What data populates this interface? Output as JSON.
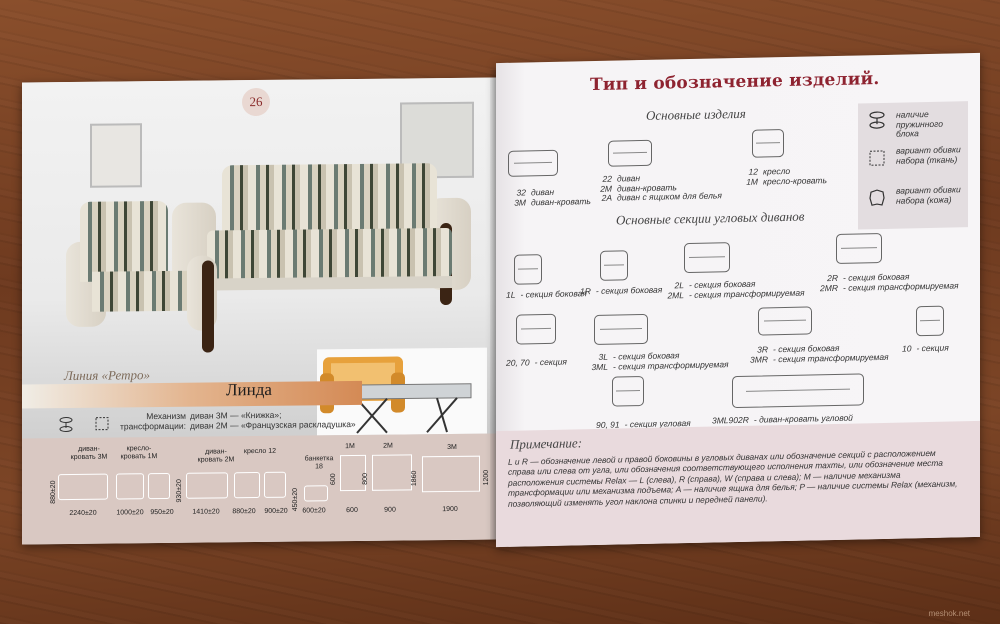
{
  "left_page": {
    "page_number": "26",
    "line_label": "Линия «Ретро»",
    "model_name": "Линда",
    "mechanism": {
      "label1": "Механизм",
      "label2": "трансформации:",
      "value1": "диван 3М — «Книжка»;",
      "value2": "диван 2М — «Французская раскладушка»"
    },
    "dimensions": {
      "height": "880±20",
      "h2": "930±20",
      "h3": "450±20",
      "items": [
        {
          "title": "диван-кровать 3М",
          "width": "2240±20"
        },
        {
          "title": "кресло-кровать 1М",
          "width": "1000±20"
        },
        {
          "title": "",
          "width": "950±20"
        },
        {
          "title": "диван-кровать 2М",
          "width": "1410±20"
        },
        {
          "title": "кресло 12",
          "width": "880±20"
        },
        {
          "title": "",
          "width": "900±20"
        },
        {
          "title": "банкетка 18",
          "width": "600±20"
        }
      ],
      "schemes": {
        "s1_top": "1М",
        "s1_side": "600",
        "s1_bottom": "600",
        "s2_top": "2М",
        "s2_side": "800",
        "s2_bottom": "900",
        "s3_top": "3М",
        "s3_side": "1860",
        "s3_right": "1200",
        "s3_bottom": "1900"
      }
    }
  },
  "right_page": {
    "title": "Тип и обозначение изделий.",
    "main_header": "Основные изделия",
    "main_items": [
      {
        "codes": [
          "32",
          "3М"
        ],
        "names": [
          "диван",
          "диван-кровать"
        ]
      },
      {
        "codes": [
          "22",
          "2М",
          "2А"
        ],
        "names": [
          "диван",
          "диван-кровать",
          "диван с ящиком для белья"
        ]
      },
      {
        "codes": [
          "12",
          "1М"
        ],
        "names": [
          "кресло",
          "кресло-кровать"
        ]
      }
    ],
    "legend": [
      "наличие пружинного блока",
      "вариант обивки набора (ткань)",
      "вариант обивки набора (кожа)"
    ],
    "corner_header": "Основные секции угловых диванов",
    "corner_items": [
      {
        "codes": [
          "1L"
        ],
        "names": [
          "секция боковая"
        ]
      },
      {
        "codes": [
          "1R"
        ],
        "names": [
          "секция боковая"
        ]
      },
      {
        "codes": [
          "2L",
          "2ML"
        ],
        "names": [
          "секция боковая",
          "секция трансформируемая"
        ]
      },
      {
        "codes": [
          "2R",
          "2MR"
        ],
        "names": [
          "секция боковая",
          "секция трансформируемая"
        ]
      },
      {
        "codes": [
          "20, 70"
        ],
        "names": [
          "секция"
        ]
      },
      {
        "codes": [
          "3L",
          "3ML"
        ],
        "names": [
          "секция боковая",
          "секция трансформируемая"
        ]
      },
      {
        "codes": [
          "3R",
          "3MR"
        ],
        "names": [
          "секция боковая",
          "секция трансформируемая"
        ]
      },
      {
        "codes": [
          "10"
        ],
        "names": [
          "секция"
        ]
      },
      {
        "codes": [
          "90, 91"
        ],
        "names": [
          "секция угловая"
        ]
      },
      {
        "codes": [
          "3ML902R"
        ],
        "names": [
          "диван-кровать угловой"
        ]
      }
    ],
    "note_title": "Примечание:",
    "note_text": "L и R — обозначение левой и правой боковины в угловых диванах или обозначение секций с расположением справа или слева от угла, или обозначения соответствующего исполнения тахты, или обозначение места расположения системы Relax — L (слева), R (справа), W (справа и слева); M — наличие механизма трансформации или механизма подъема; A — наличие ящика для белья; P — наличие системы Relax (механизм, позволяющий изменять угол наклона спинки и передней панели)."
  },
  "colors": {
    "accent": "#8e2330",
    "strip": "#d9c8c2",
    "note_bg": "#e9dadd",
    "orange": "#d48a55"
  },
  "watermark": "meshok.net"
}
